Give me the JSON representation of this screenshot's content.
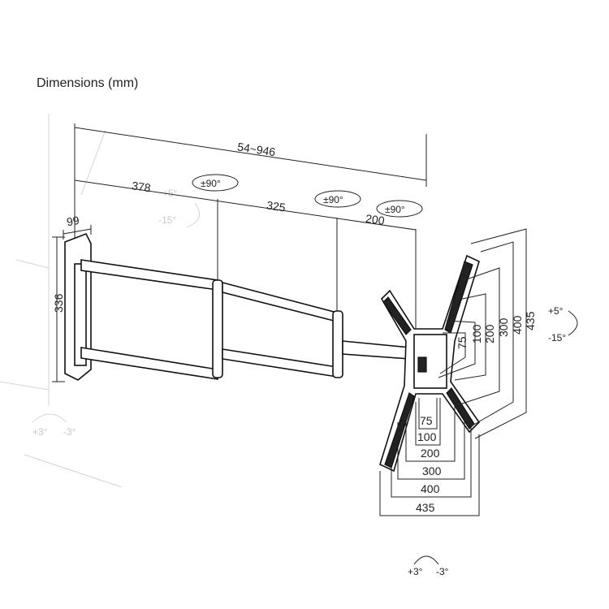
{
  "title": "Dimensions (mm)",
  "dimensions": {
    "total_extension": "54~946",
    "arm1_length": "378",
    "arm2_length": "325",
    "arm3_length": "200",
    "wall_plate_width": "99",
    "wall_plate_height": "336"
  },
  "swivel": {
    "joint1": "±90°",
    "joint2": "±90°",
    "joint3": "±90°"
  },
  "vesa_vertical": [
    "75",
    "100",
    "200",
    "300",
    "400",
    "435"
  ],
  "vesa_horizontal": [
    "75",
    "100",
    "200",
    "300",
    "400",
    "435"
  ],
  "tilt": {
    "up": "+5°",
    "down": "-15°"
  },
  "level": {
    "plus": "+3°",
    "minus": "-3°"
  },
  "ghost_labels": {
    "tilt_up": "+5°",
    "tilt_down": "-15°",
    "level_plus": "+3°",
    "level_minus": "-3°"
  }
}
